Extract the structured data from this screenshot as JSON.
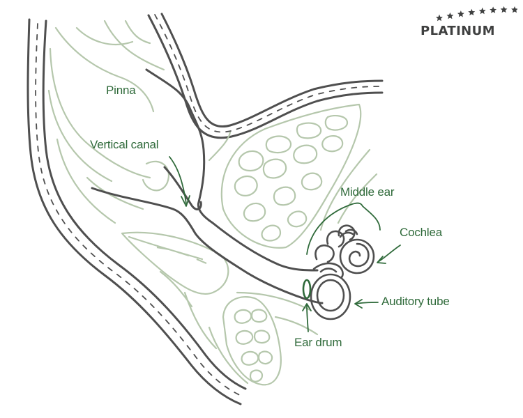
{
  "colors": {
    "outline": "#4f4f4f",
    "tissue": "#b5c7ac",
    "label": "#2f6a3a",
    "brand": "#3f4040"
  },
  "labels": {
    "pinna": "Pinna",
    "vertical_canal": "Vertical canal",
    "middle_ear": "Middle ear",
    "cochlea": "Cochlea",
    "auditory_tube": "Auditory tube",
    "ear_drum": "Ear drum"
  },
  "brand": {
    "name": "PLATINUM",
    "star_count": 8,
    "logo_icon": "stars-arc-icon"
  }
}
